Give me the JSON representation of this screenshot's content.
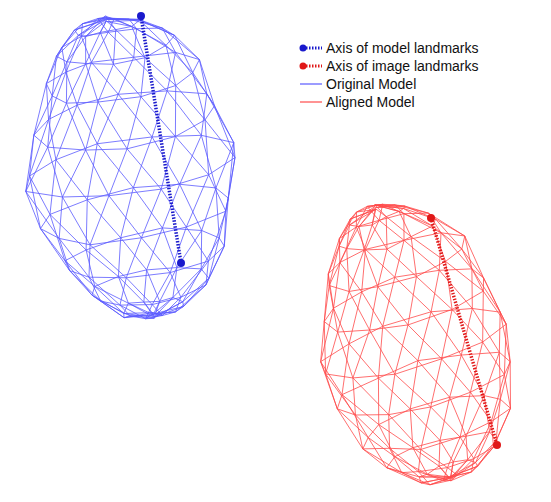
{
  "diagram": {
    "legend": [
      {
        "text": "Axis of model landmarks"
      },
      {
        "text": "Axis of image landmarks"
      },
      {
        "text": "Original Model"
      },
      {
        "text": "Aligned Model"
      }
    ]
  }
}
